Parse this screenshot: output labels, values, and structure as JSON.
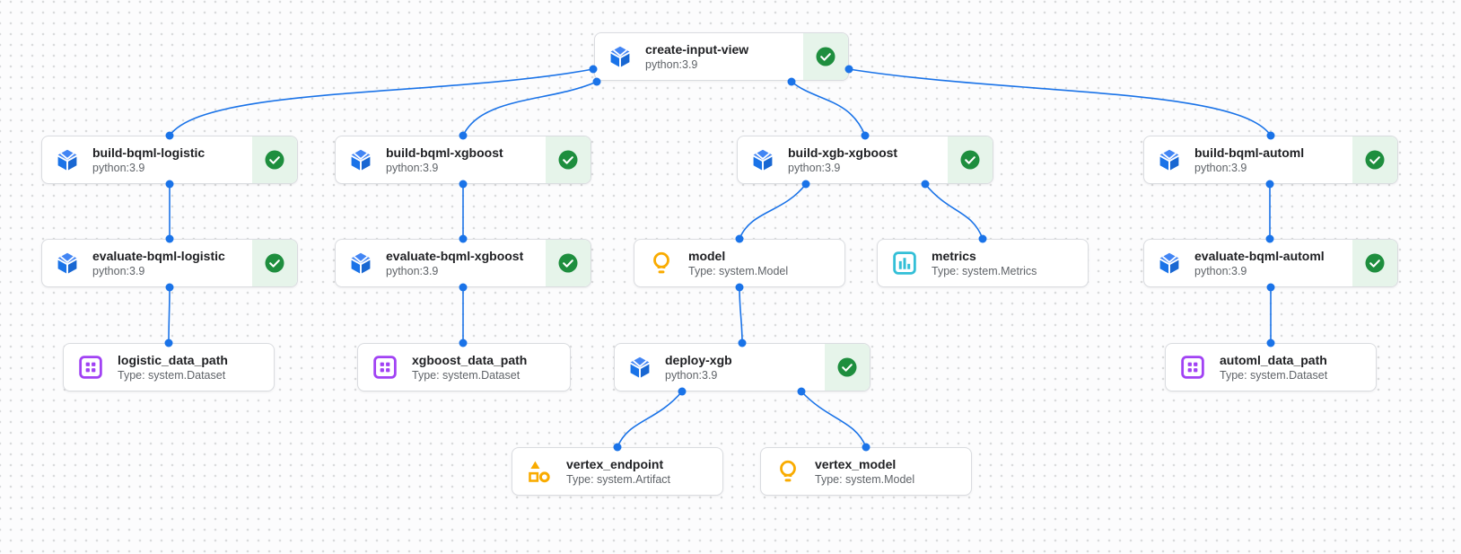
{
  "app": {
    "name": "pipeline-dag-canvas",
    "runtime_label": "python:3.9"
  },
  "colors": {
    "edge_blue": "#1a73e8",
    "execution_icon_blue": "#4285f4",
    "success_green": "#1e8e3e",
    "success_section_bg": "#e6f4ea",
    "dataset_purple": "#a142f4",
    "model_yellow": "#f9ab00",
    "metrics_cyan": "#33bfd7",
    "artifact_yellow": "#f9ab00",
    "card_border": "#dadce0",
    "title_text": "#202124",
    "subtitle_text": "#5f6368"
  },
  "icons": {
    "execution": "cube-3d-icon",
    "succeeded": "check-circle-icon",
    "dataset": "grid-square-icon",
    "model": "lightbulb-icon",
    "metrics": "bar-chart-icon",
    "artifact": "shapes-icon"
  },
  "nodes": {
    "create_input_view": {
      "title": "create-input-view",
      "subtitle": "python:3.9",
      "kind": "execution",
      "status": "succeeded"
    },
    "build_bqml_logistic": {
      "title": "build-bqml-logistic",
      "subtitle": "python:3.9",
      "kind": "execution",
      "status": "succeeded"
    },
    "build_bqml_xgboost": {
      "title": "build-bqml-xgboost",
      "subtitle": "python:3.9",
      "kind": "execution",
      "status": "succeeded"
    },
    "build_xgb_xgboost": {
      "title": "build-xgb-xgboost",
      "subtitle": "python:3.9",
      "kind": "execution",
      "status": "succeeded"
    },
    "build_bqml_automl": {
      "title": "build-bqml-automl",
      "subtitle": "python:3.9",
      "kind": "execution",
      "status": "succeeded"
    },
    "evaluate_bqml_logistic": {
      "title": "evaluate-bqml-logistic",
      "subtitle": "python:3.9",
      "kind": "execution",
      "status": "succeeded"
    },
    "evaluate_bqml_xgboost": {
      "title": "evaluate-bqml-xgboost",
      "subtitle": "python:3.9",
      "kind": "execution",
      "status": "succeeded"
    },
    "model": {
      "title": "model",
      "subtitle": "Type: system.Model",
      "kind": "artifact"
    },
    "metrics": {
      "title": "metrics",
      "subtitle": "Type: system.Metrics",
      "kind": "artifact"
    },
    "evaluate_bqml_automl": {
      "title": "evaluate-bqml-automl",
      "subtitle": "python:3.9",
      "kind": "execution",
      "status": "succeeded"
    },
    "logistic_data_path": {
      "title": "logistic_data_path",
      "subtitle": "Type: system.Dataset",
      "kind": "artifact"
    },
    "xgboost_data_path": {
      "title": "xgboost_data_path",
      "subtitle": "Type: system.Dataset",
      "kind": "artifact"
    },
    "deploy_xgb": {
      "title": "deploy-xgb",
      "subtitle": "python:3.9",
      "kind": "execution",
      "status": "succeeded"
    },
    "automl_data_path": {
      "title": "automl_data_path",
      "subtitle": "Type: system.Dataset",
      "kind": "artifact"
    },
    "vertex_endpoint": {
      "title": "vertex_endpoint",
      "subtitle": "Type: system.Artifact",
      "kind": "artifact"
    },
    "vertex_model": {
      "title": "vertex_model",
      "subtitle": "Type: system.Model",
      "kind": "artifact"
    }
  },
  "edges": [
    {
      "from": "create-input-view",
      "to": "build-bqml-logistic"
    },
    {
      "from": "create-input-view",
      "to": "build-bqml-xgboost"
    },
    {
      "from": "create-input-view",
      "to": "build-xgb-xgboost"
    },
    {
      "from": "create-input-view",
      "to": "build-bqml-automl"
    },
    {
      "from": "build-bqml-logistic",
      "to": "evaluate-bqml-logistic"
    },
    {
      "from": "build-bqml-xgboost",
      "to": "evaluate-bqml-xgboost"
    },
    {
      "from": "build-xgb-xgboost",
      "to": "model"
    },
    {
      "from": "build-xgb-xgboost",
      "to": "metrics"
    },
    {
      "from": "build-bqml-automl",
      "to": "evaluate-bqml-automl"
    },
    {
      "from": "evaluate-bqml-logistic",
      "to": "logistic_data_path"
    },
    {
      "from": "evaluate-bqml-xgboost",
      "to": "xgboost_data_path"
    },
    {
      "from": "model",
      "to": "deploy-xgb"
    },
    {
      "from": "evaluate-bqml-automl",
      "to": "automl_data_path"
    },
    {
      "from": "deploy-xgb",
      "to": "vertex_endpoint"
    },
    {
      "from": "deploy-xgb",
      "to": "vertex_model"
    }
  ]
}
